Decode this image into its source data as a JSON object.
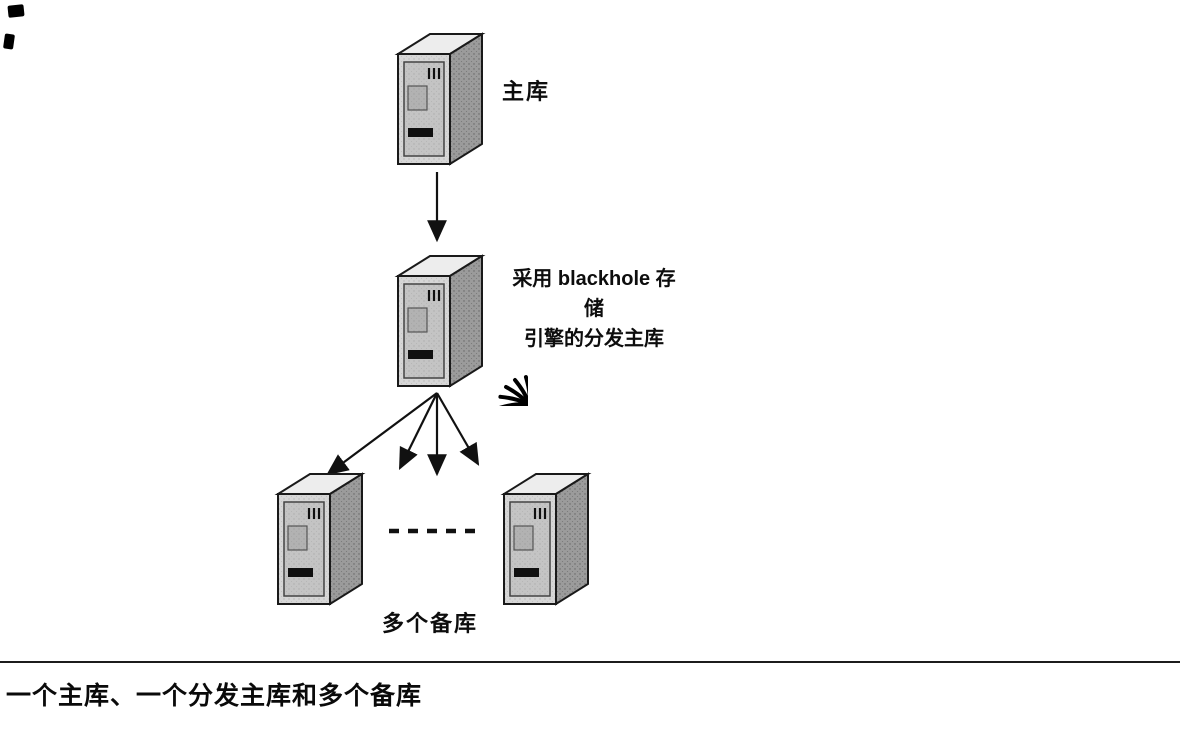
{
  "figure": {
    "kind": "replication-topology-diagram",
    "caption": "一个主库、一个分发主库和多个备库"
  },
  "nodes": {
    "master": {
      "label": "主库",
      "icon": "server-tower-icon"
    },
    "distribution": {
      "label_line1": "采用 blackhole 存储",
      "label_line2": "引擎的分发主库",
      "icon": "server-tower-icon",
      "badge_icon": "blackhole-spiral-icon"
    },
    "replica_left": {
      "icon": "server-tower-icon"
    },
    "replica_right": {
      "icon": "server-tower-icon"
    },
    "replicas_label": "多个备库"
  },
  "connections": {
    "master_to_distribution": {
      "style": "solid-arrow"
    },
    "distribution_to_replicas": {
      "style": "solid-arrow-fan",
      "arrow_count": 4
    },
    "more_replicas_ellipsis": {
      "style": "dashed-line"
    }
  },
  "colors": {
    "ink": "#111111",
    "server_front": "#d6d6d6",
    "server_side": "#9b9b9b",
    "server_top": "#ededed",
    "background": "#ffffff"
  }
}
